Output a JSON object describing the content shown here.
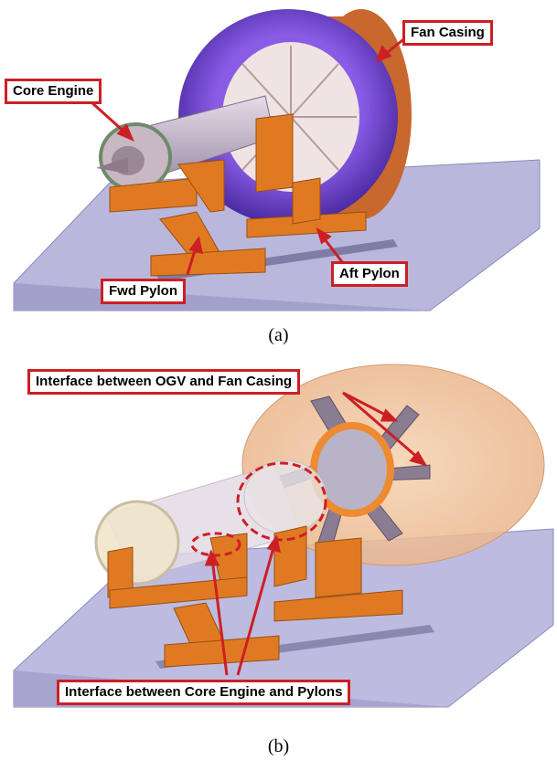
{
  "panel_a": {
    "labels": {
      "core_engine": "Core Engine",
      "fan_casing": "Fan Casing",
      "fwd_pylon": "Fwd Pylon",
      "aft_pylon": "Aft Pylon"
    },
    "caption": "(a)"
  },
  "panel_b": {
    "labels": {
      "ogv_interface": "Interface between OGV and Fan Casing",
      "pylon_interface": "Interface between Core Engine and Pylons"
    },
    "caption": "(b)"
  },
  "colors": {
    "callout_border": "#cc1f24",
    "pylon": "#e07a22",
    "fan_casing_ring": "#6a3fc8",
    "fan_casing_body": "#c8672e",
    "base_plate": "#b9b7dc"
  }
}
